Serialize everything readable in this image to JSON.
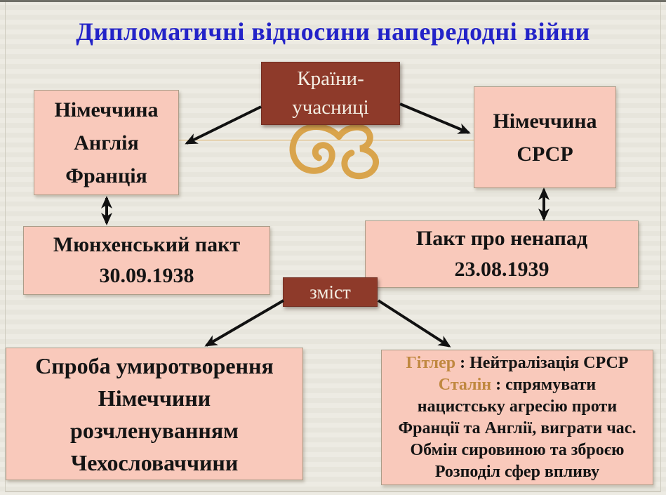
{
  "title": {
    "text": "Дипломатичні відносини напередодні війни",
    "color": "#2323c8"
  },
  "theme": {
    "background": "#e9e7de",
    "box_pink": "#f9c9bb",
    "box_maroon": "#8e3a2a",
    "ornament_gold": "#d9a44c",
    "divider_gold": "#d9ad62",
    "name_highlight": "#c08840",
    "arrow_color": "#111111"
  },
  "nodes": {
    "participants": {
      "lines": [
        "Країни-",
        "учасниці"
      ]
    },
    "west_countries": {
      "lines": [
        "Німеччина",
        "Англія",
        "Франція"
      ]
    },
    "east_countries": {
      "lines": [
        "Німеччина",
        "СРСР"
      ]
    },
    "munich_pact": {
      "lines": [
        "Мюнхенський пакт",
        "30.09.1938"
      ]
    },
    "nonaggression_pact": {
      "lines": [
        "Пакт про ненапад",
        "23.08.1939"
      ]
    },
    "content": {
      "label": "зміст"
    },
    "appeasement": {
      "lines": [
        "Спроба умиротворення",
        "Німеччини",
        "розчленуванням",
        "Чехословаччини"
      ]
    },
    "goals": {
      "hitler_name": "Гітлер",
      "hitler_text": " : Нейтралізація СРСР",
      "stalin_name": "Сталін",
      "stalin_text": " : спрямувати",
      "lines": [
        "нацистську агресію проти",
        "Франції та Англії, виграти час.",
        "Обмін сировиною та зброєю",
        "Розподіл сфер впливу"
      ]
    }
  }
}
